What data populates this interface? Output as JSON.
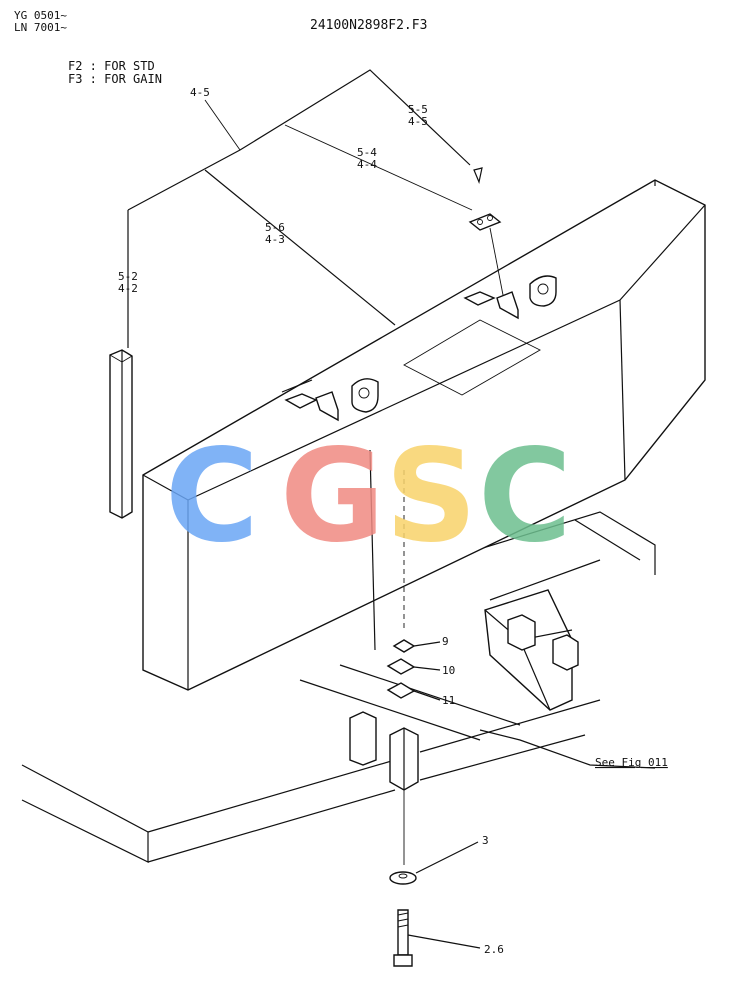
{
  "header": {
    "serial_1": "YG 0501~",
    "serial_2": "LN 7001~",
    "drawing_no": "24100N2898F2.F3",
    "note_1": "F2 : FOR STD",
    "note_2": "F3 : FOR GAIN"
  },
  "callouts": {
    "c45": "4-5",
    "c55": "5-5",
    "c45b": "4-5",
    "c54": "5-4",
    "c44": "4-4",
    "c56": "5-6",
    "c43": "4-3",
    "c52": "5-2",
    "c42": "4-2",
    "c9": "9",
    "c10": "10",
    "c11": "11",
    "c3": "3",
    "c26": "2.6",
    "see_fig": "See Fig 011"
  },
  "watermark": {
    "letters": [
      "C",
      "G",
      "S",
      "C"
    ],
    "colors": [
      "#6aa6f5",
      "#f08a82",
      "#f8d36a",
      "#6dbf8f"
    ]
  }
}
